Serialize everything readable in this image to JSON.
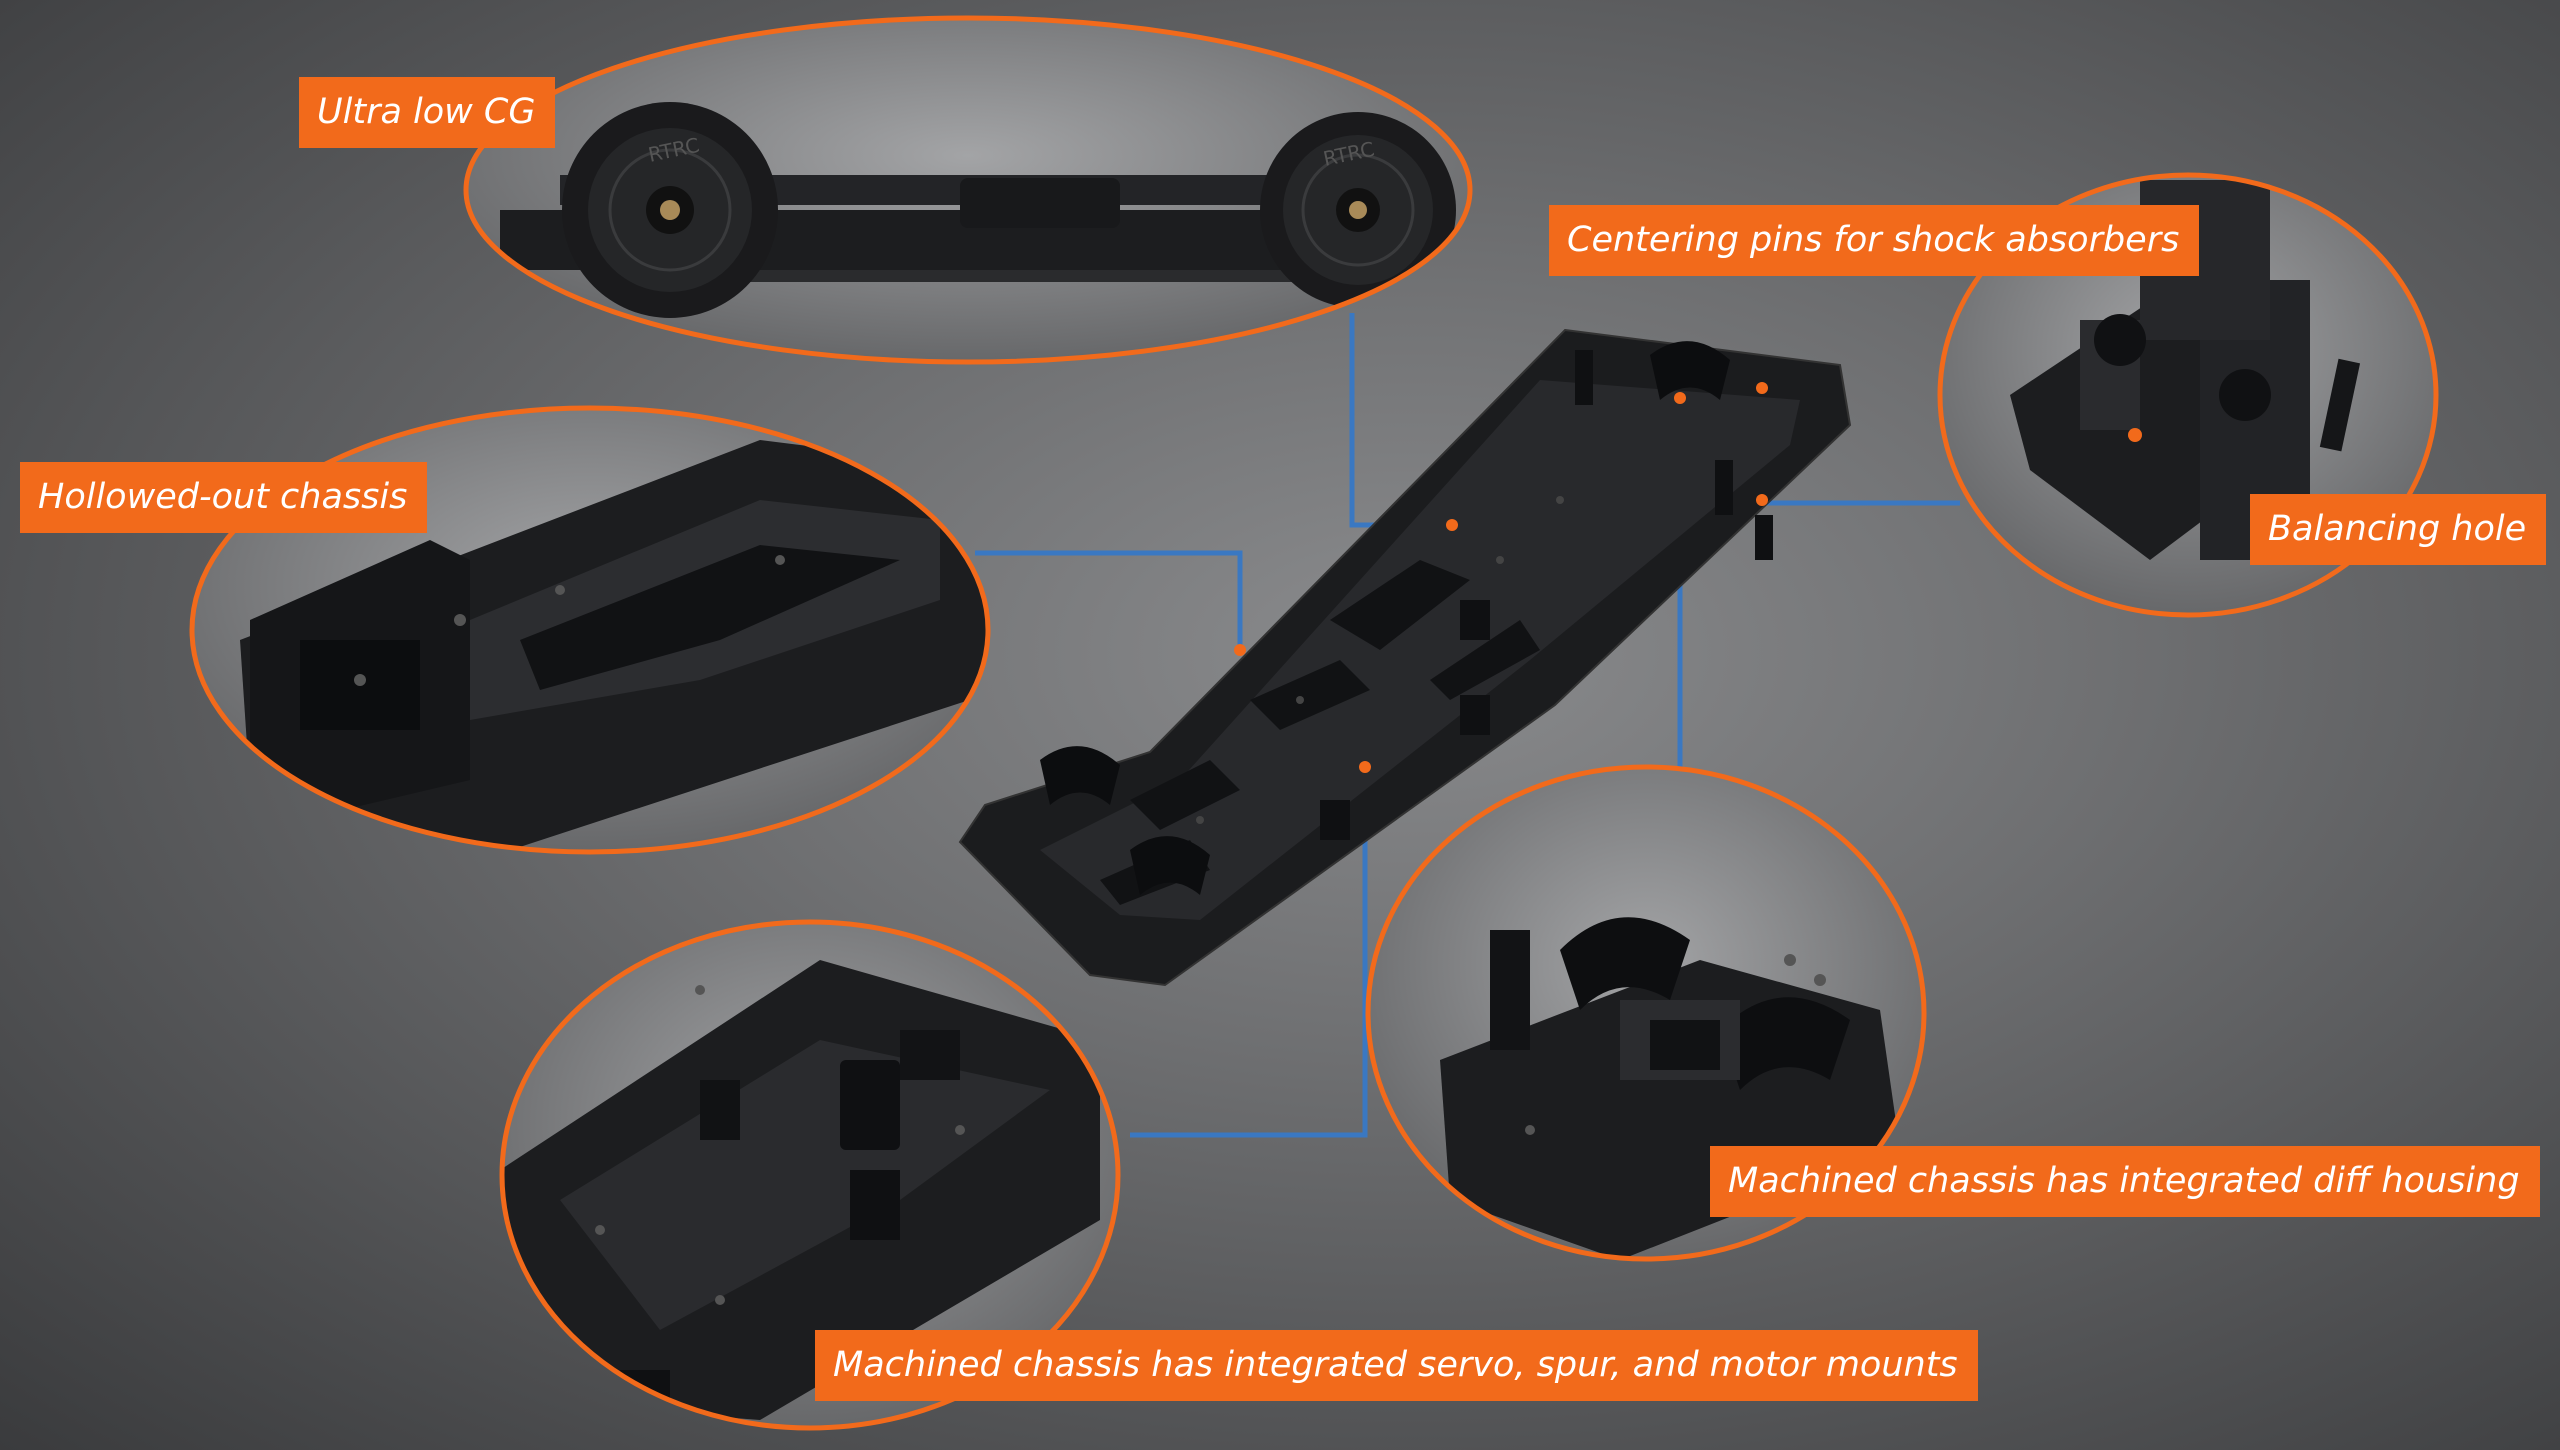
{
  "callouts": {
    "ultra_low_cg": "Ultra low CG",
    "hollowed_out": "Hollowed-out chassis",
    "centering_pins": "Centering pins for shock absorbers",
    "balancing_hole": "Balancing hole",
    "diff_housing": "Machined chassis has integrated diff housing",
    "mounts": "Machined chassis has integrated servo, spur, and motor mounts"
  },
  "wheel_brand": "RTRC",
  "colors": {
    "accent_orange": "#f26a1b",
    "leader_blue": "#3a78c2",
    "chassis_black": "#1e1f21",
    "background_gray": "#6f7072"
  },
  "icons": {
    "ultra_low_cg": "side-view-car-photo",
    "hollowed_out": "chassis-closeup-photo",
    "balancing_hole": "diff-housing-side-photo",
    "diff_housing": "diff-housing-closeup-photo",
    "mounts": "mounts-closeup-photo"
  }
}
